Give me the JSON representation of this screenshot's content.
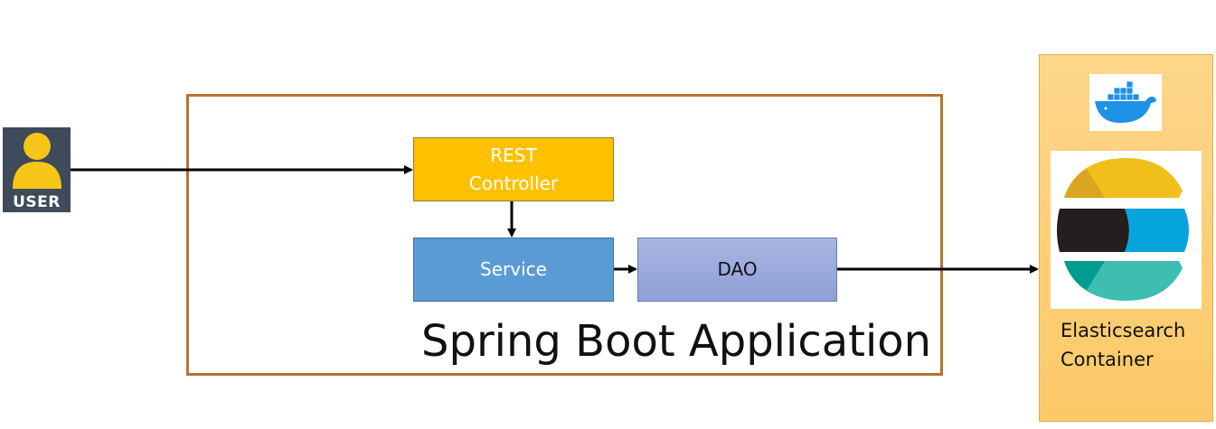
{
  "user": {
    "label": "USER"
  },
  "spring": {
    "title": "Spring Boot Application"
  },
  "nodes": {
    "rest_controller": {
      "line1": "REST",
      "line2": "Controller"
    },
    "service": {
      "label": "Service"
    },
    "dao": {
      "label": "DAO"
    }
  },
  "elasticsearch": {
    "line1": "Elasticsearch",
    "line2": "Container"
  },
  "icons": {
    "user": "user-icon",
    "docker": "docker-whale-icon",
    "elasticsearch": "elasticsearch-logo-icon"
  },
  "colors": {
    "rest": "#ffc000",
    "service": "#5b9bd5",
    "dao": "#9aa9dc",
    "spring_border": "#b8732e",
    "container": "#fdd07a",
    "user_bg": "#3f4a5a",
    "user_fg": "#f5c518"
  }
}
